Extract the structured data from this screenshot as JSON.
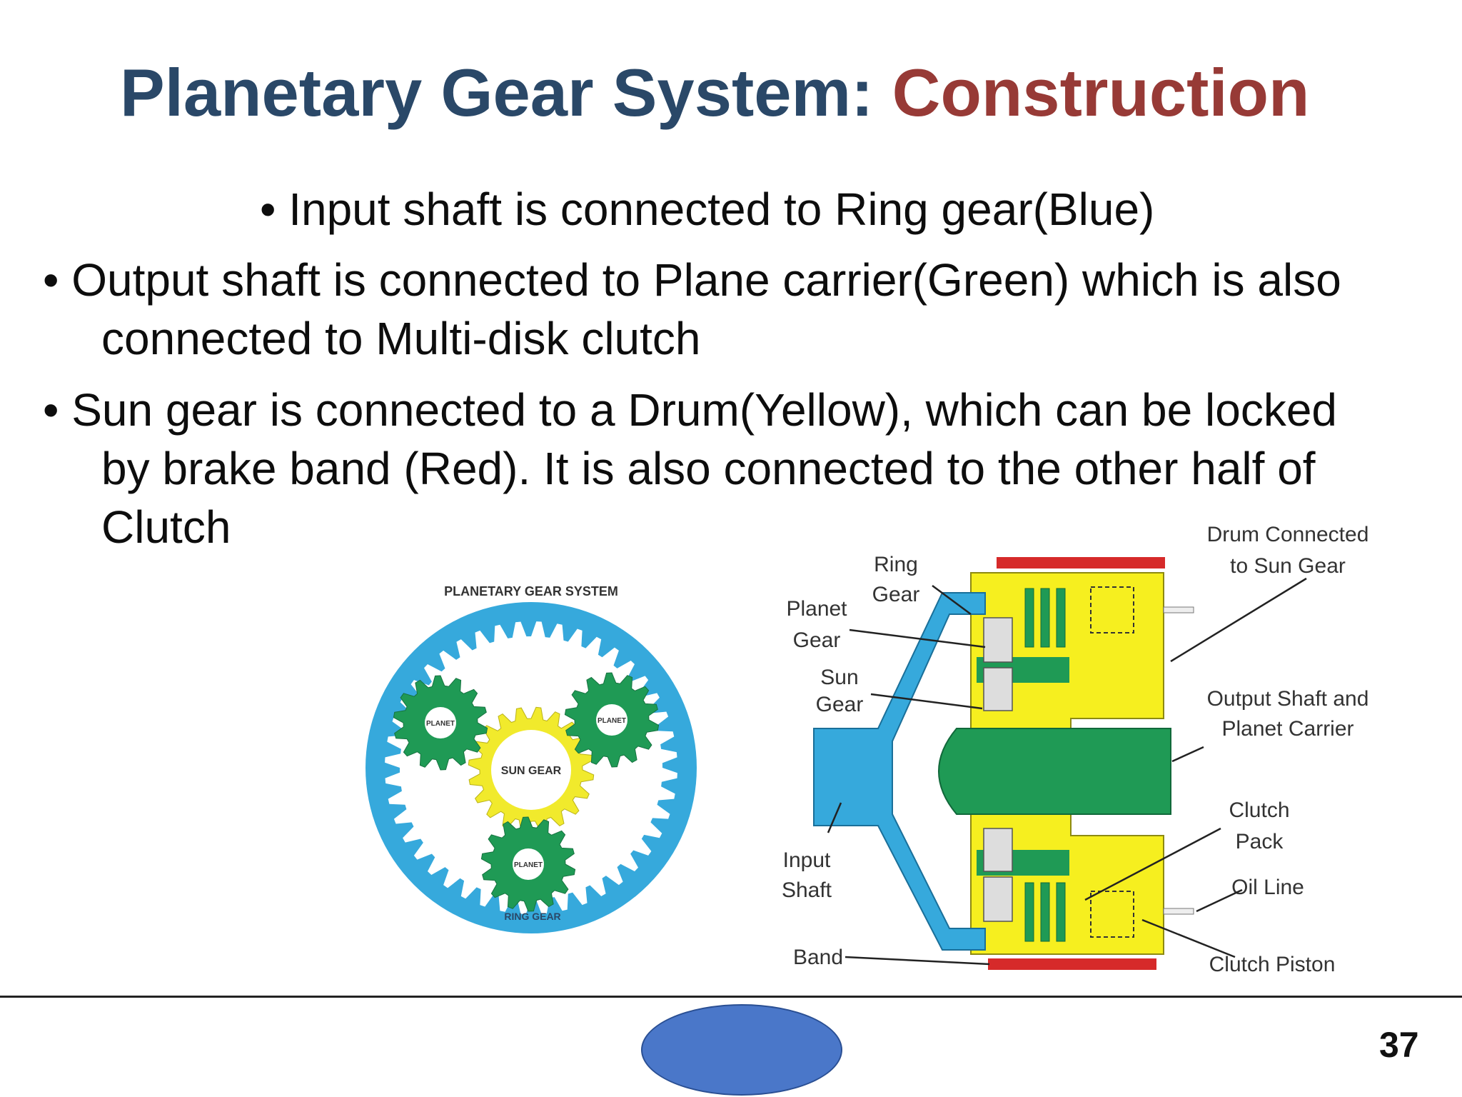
{
  "slide": {
    "title_part1": "Planetary Gear System: ",
    "title_part2": "Construction",
    "page_number": "37",
    "colors": {
      "title_primary": "#2a4868",
      "title_accent": "#973a36"
    }
  },
  "bullets": [
    {
      "lines": [
        "• Input shaft is connected to Ring gear(Blue)"
      ]
    },
    {
      "lines": [
        "• Output shaft is connected to Plane carrier(Green) which is also",
        "connected to Multi-disk clutch"
      ]
    },
    {
      "lines": [
        "• Sun gear is connected to a Drum(Yellow), which can be locked",
        "by brake band (Red). It is also connected to the other half of",
        "Clutch"
      ]
    }
  ],
  "figure_left": {
    "heading": "PLANETARY GEAR SYSTEM",
    "planet_label": "PLANET",
    "sun_label": "SUN GEAR",
    "ring_label": "RING GEAR",
    "colors": {
      "ring": "#36a9dc",
      "planet": "#1f9a55",
      "sun": "#f1ea2c"
    }
  },
  "figure_right": {
    "labels": {
      "ring_gear_1": "Ring",
      "ring_gear_2": "Gear",
      "planet_gear_1": "Planet",
      "planet_gear_2": "Gear",
      "sun_gear_1": "Sun",
      "sun_gear_2": "Gear",
      "input_shaft_1": "Input",
      "input_shaft_2": "Shaft",
      "band": "Band",
      "drum_1": "Drum Connected",
      "drum_2": "to Sun Gear",
      "output_1": "Output Shaft and",
      "output_2": "Planet Carrier",
      "clutch_pack_1": "Clutch",
      "clutch_pack_2": "Pack",
      "oil_line": "Oil Line",
      "clutch_piston": "Clutch Piston"
    },
    "colors": {
      "ring": "#36a9dc",
      "carrier": "#1f9a55",
      "drum": "#f6ef1f",
      "band": "#d62a2a"
    }
  }
}
